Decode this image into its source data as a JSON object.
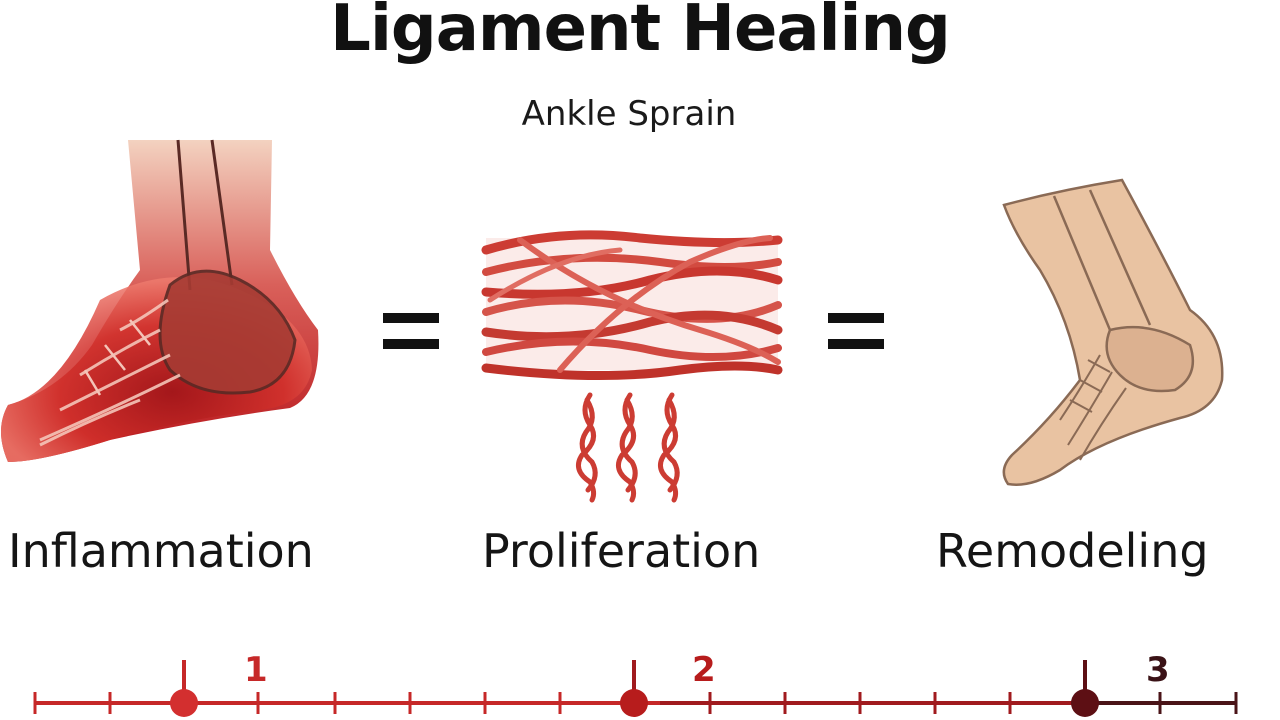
{
  "title": "Ligament Healing",
  "subtitle": "Ankle Sprain",
  "stages": [
    {
      "label": "Inflammation",
      "step": "1",
      "color": "#c62828"
    },
    {
      "label": "Proliferation",
      "step": "2",
      "color": "#b71c1c"
    },
    {
      "label": "Remodeling",
      "step": "3",
      "color": "#5d0f14"
    }
  ],
  "icons": [
    "inflamed-ankle-icon",
    "equals-icon",
    "fiber-network-icon",
    "new-fibers-icon",
    "equals-icon",
    "healed-ankle-icon"
  ]
}
